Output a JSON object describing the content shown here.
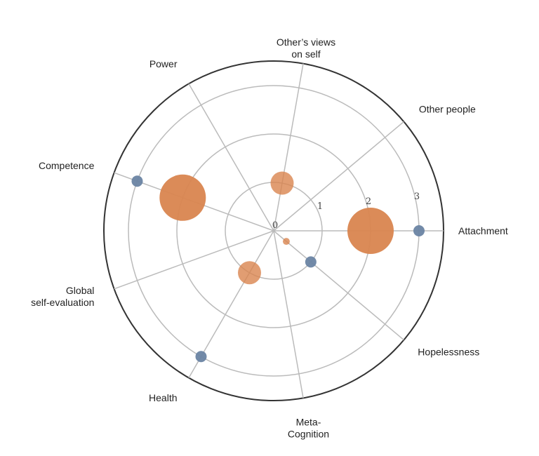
{
  "chart_data": {
    "type": "polar-bubble",
    "title": "",
    "categories": [
      "Attachment",
      "Other people",
      "Other's views on self",
      "Power",
      "Competence",
      "Global self-evaluation",
      "Health",
      "Meta-Cognition",
      "Hopelessness"
    ],
    "category_label_lines": [
      [
        "Attachment"
      ],
      [
        "Other people"
      ],
      [
        "Other’s views",
        "on self"
      ],
      [
        "Power"
      ],
      [
        "Competence"
      ],
      [
        "Global",
        "self-evaluation"
      ],
      [
        "Health"
      ],
      [
        "Meta-",
        "Cognition"
      ],
      [
        "Hopelessness"
      ]
    ],
    "radial_ticks": [
      "0",
      "1",
      "2",
      "3"
    ],
    "rlim": [
      0,
      3.5
    ],
    "series": [
      {
        "name": "orange",
        "color": "#D9854F",
        "points": [
          {
            "category": "Attachment",
            "r": 2,
            "size": 10
          },
          {
            "category": "Competence",
            "r": 2,
            "size": 10
          },
          {
            "category": "Other's views on self",
            "r": 1,
            "size": 5
          },
          {
            "category": "Health",
            "r": 1,
            "size": 5
          },
          {
            "category": "Hopelessness",
            "r": 0.34,
            "size": 1.5
          }
        ]
      },
      {
        "name": "blue",
        "color": "#6A84A3",
        "points": [
          {
            "category": "Attachment",
            "r": 3,
            "size": 2.4
          },
          {
            "category": "Competence",
            "r": 3,
            "size": 2.4
          },
          {
            "category": "Health",
            "r": 3,
            "size": 2.4
          },
          {
            "category": "Hopelessness",
            "r": 1,
            "size": 2.4
          }
        ]
      }
    ]
  }
}
